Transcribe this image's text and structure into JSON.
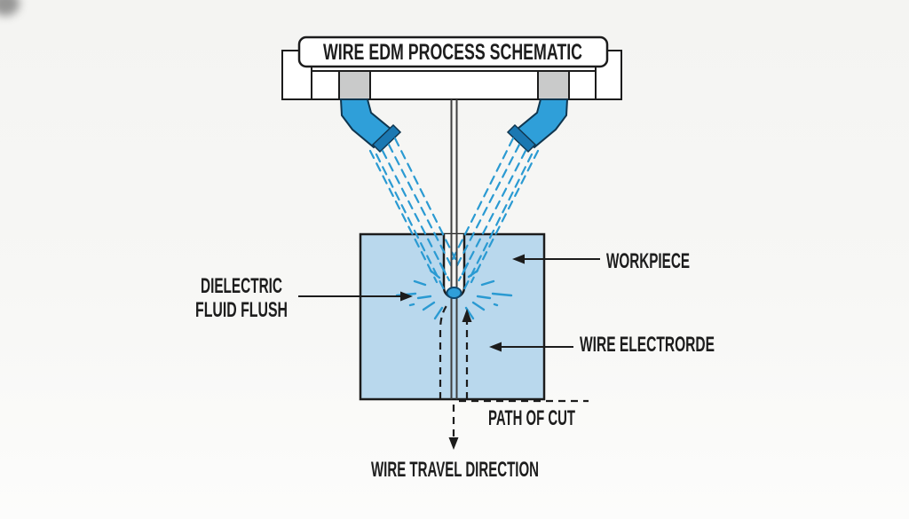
{
  "diagram": {
    "title": "WIRE EDM PROCESS SCHEMATIC",
    "labels": {
      "dielectric_line1": "DIELECTRIC",
      "dielectric_line2": "FLUID FLUSH",
      "workpiece": "WORKPIECE",
      "wire_electrode": "WIRE ELECTRORDE",
      "path_of_cut": "PATH OF CUT",
      "wire_travel_direction": "WIRE TRAVEL DIRECTION"
    },
    "colors": {
      "line": "#1c1c1c",
      "background": "#f5f5f3",
      "workpiece_fill": "#b9d8ed",
      "nozzle_blue": "#2f9fd9",
      "nozzle_tip": "#1b78b2",
      "spray_blue": "#2a9ad2",
      "bracket_gray": "#c9caca",
      "spark_fill": "#2f9fd9"
    }
  }
}
